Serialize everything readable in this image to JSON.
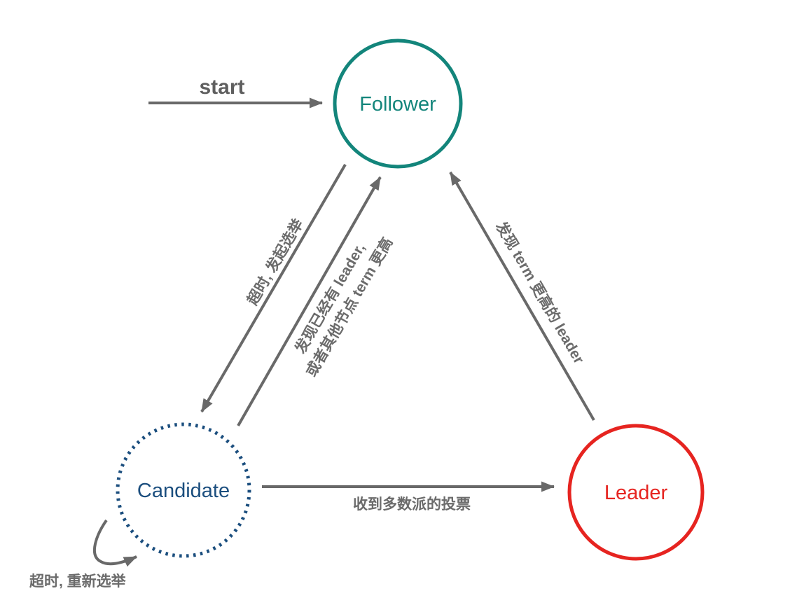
{
  "colors": {
    "follower": "#13857b",
    "candidate": "#1b4e7e",
    "leader": "#e62420",
    "arrow": "#696969",
    "label_text": "#6b6b6b",
    "background": "#ffffff"
  },
  "nodes": {
    "follower": {
      "label": "Follower"
    },
    "candidate": {
      "label": "Candidate"
    },
    "leader": {
      "label": "Leader"
    }
  },
  "edges": {
    "start": {
      "label": "start"
    },
    "follower_to_candidate": {
      "label": "超时, 发起选举"
    },
    "candidate_to_follower": {
      "line1": "发现已经有 leader,",
      "line2": "或者其他节点 term 更高"
    },
    "leader_to_follower": {
      "label": "发现 term 更高的 leader"
    },
    "candidate_to_leader": {
      "label": "收到多数派的投票"
    },
    "candidate_self_loop": {
      "label": "超时, 重新选举"
    }
  }
}
